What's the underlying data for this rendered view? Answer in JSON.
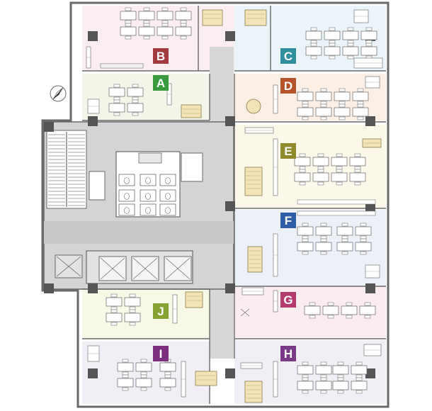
{
  "zones": [
    {
      "label": "A",
      "color": "#3a9a3e",
      "fill": "#f1f6e9"
    },
    {
      "label": "B",
      "color": "#a33a3f",
      "fill": "#fbeef1"
    },
    {
      "label": "C",
      "color": "#2f8f9c",
      "fill": "#eaf4f9"
    },
    {
      "label": "D",
      "color": "#b5532c",
      "fill": "#fbefe6"
    },
    {
      "label": "E",
      "color": "#8f8a2c",
      "fill": "#fbf8ea"
    },
    {
      "label": "F",
      "color": "#2f5ea6",
      "fill": "#ecf1f8"
    },
    {
      "label": "G",
      "color": "#b33c6e",
      "fill": "#fbecef"
    },
    {
      "label": "H",
      "color": "#7a3a88",
      "fill": "#f2eef6"
    },
    {
      "label": "I",
      "color": "#7d2f80",
      "fill": "#f2eef6"
    },
    {
      "label": "J",
      "color": "#86a233",
      "fill": "#f7f8e6"
    }
  ],
  "colors": {
    "core": "#d4d4d4",
    "corridor": "#d7d7d7",
    "wall": "#6a6a6a",
    "column": "#555555",
    "furniture": "#ffffff",
    "wood": "#f3e4b8"
  },
  "compass": "north-arrow-icon"
}
